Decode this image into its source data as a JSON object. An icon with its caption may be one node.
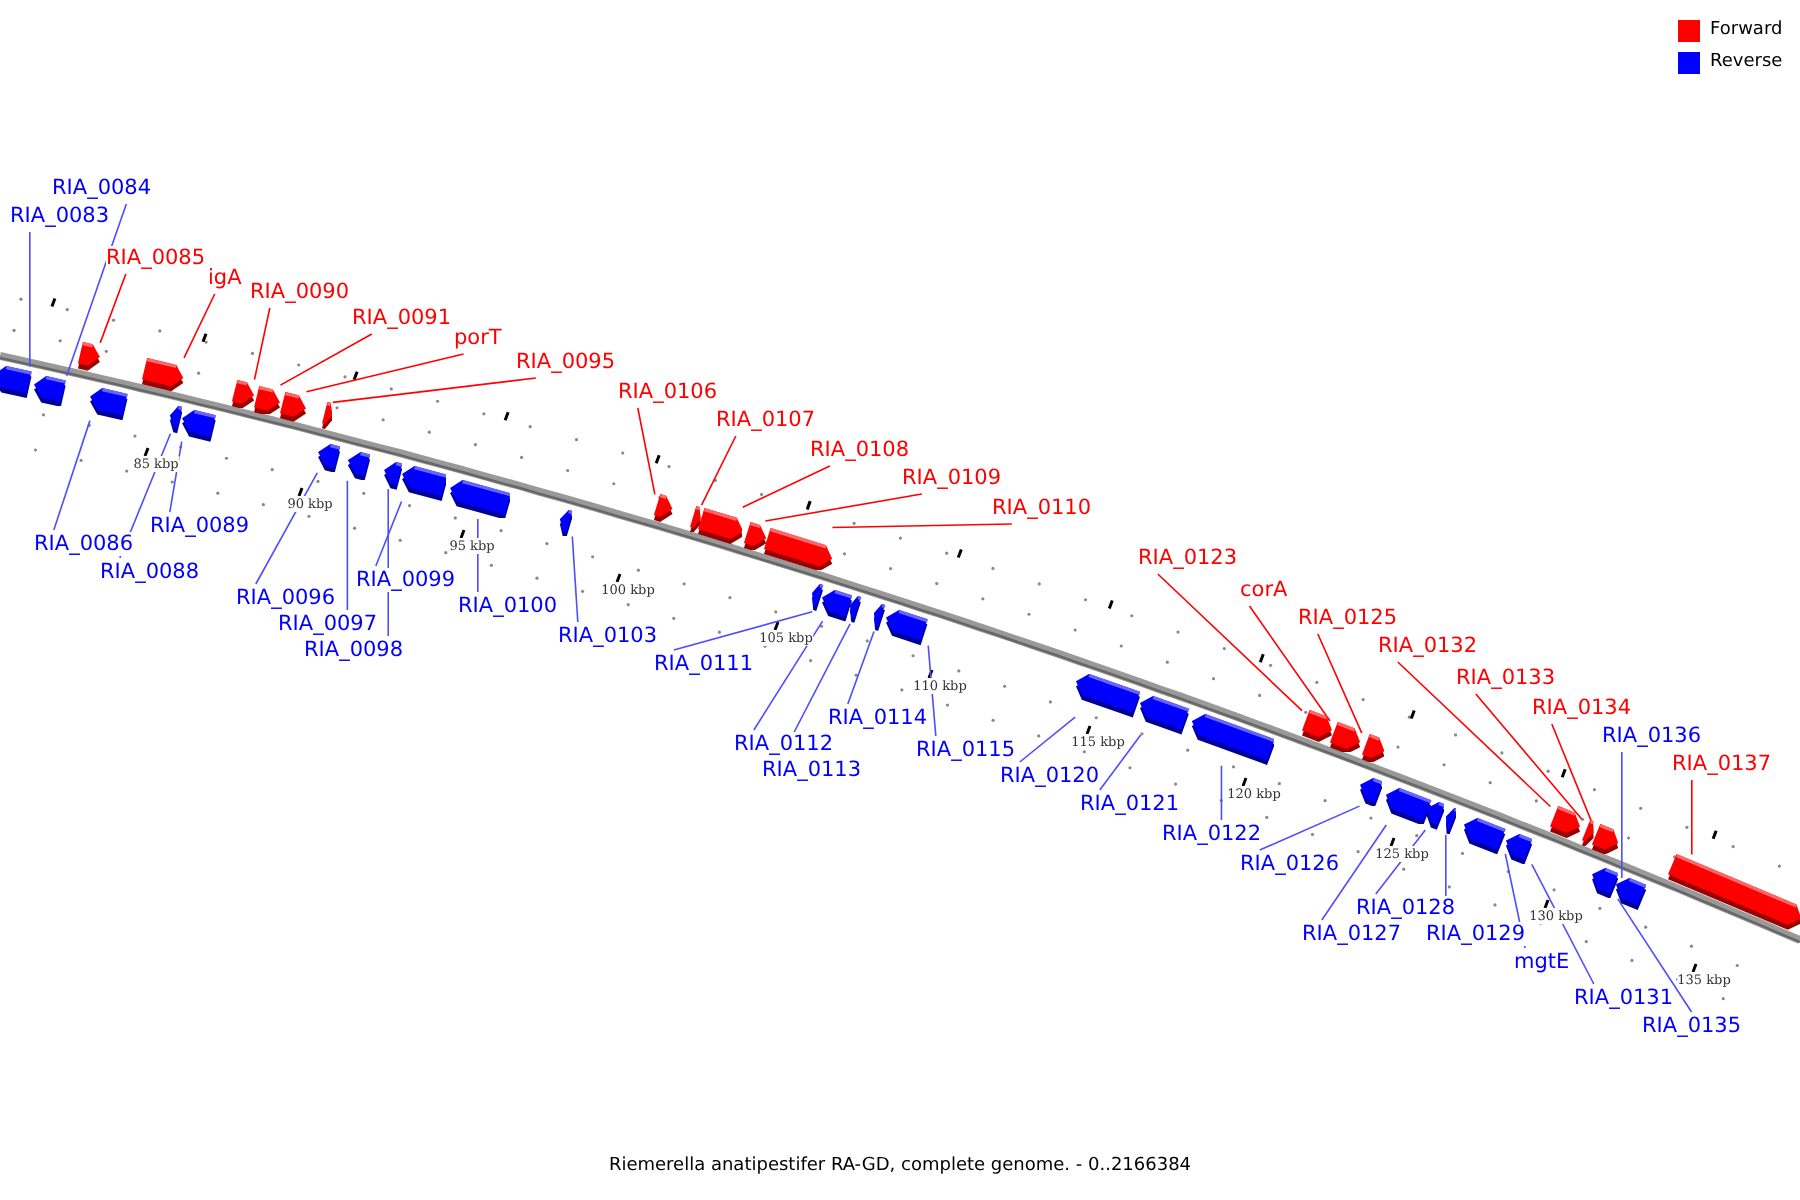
{
  "diagram": {
    "caption": "Riemerella anatipestifer RA-GD, complete genome. - 0..2166384",
    "nodes": [
      {
        "text": [
          "RIA_0083"
        ]
      },
      {
        "text": [],
        "shape": "arrow"
      },
      {
        "text": [
          "RIA_0084"
        ]
      },
      {
        "text": [],
        "shape": "arrow"
      },
      {
        "text": [
          "RIA_0085"
        ]
      },
      {
        "text": [],
        "shape": "arrow"
      },
      {
        "text": [
          "RIA_0086"
        ]
      },
      {
        "text": [],
        "shape": "arrow"
      },
      {
        "text": [
          "igA"
        ]
      },
      {
        "text": [],
        "shape": "arrow"
      },
      {
        "text": [
          "RIA_0088"
        ]
      },
      {
        "text": [],
        "shape": "arrow"
      },
      {
        "text": [
          "RIA_0089"
        ]
      },
      {
        "text": [],
        "shape": "arrow"
      },
      {
        "text": [
          "RIA_0090"
        ]
      },
      {
        "text": [],
        "shape": "arrow"
      },
      {
        "text": [
          "RIA_0091"
        ]
      },
      {
        "text": [],
        "shape": "arrow"
      },
      {
        "text": [
          "porT"
        ]
      },
      {
        "text": [],
        "shape": "arrow"
      },
      {
        "text": [
          "RIA_0095"
        ]
      },
      {
        "text": [],
        "shape": "arrow"
      },
      {
        "text": [
          "RIA_0096"
        ]
      },
      {
        "text": [],
        "shape": "arrow"
      },
      {
        "text": [
          "RIA_0097"
        ]
      },
      {
        "text": [],
        "shape": "arrow"
      },
      {
        "text": [
          "RIA_0098"
        ]
      },
      {
        "text": [],
        "shape": "arrow"
      },
      {
        "text": [
          "RIA_0099"
        ]
      },
      {
        "text": [],
        "shape": "arrow"
      },
      {
        "text": [
          "RIA_0100"
        ]
      },
      {
        "text": [],
        "shape": "arrow"
      },
      {
        "text": [
          "RIA_0103"
        ]
      },
      {
        "text": [],
        "shape": "arrow"
      },
      {
        "text": [
          "RIA_0106"
        ]
      },
      {
        "text": [],
        "shape": "arrow"
      },
      {
        "text": [
          "RIA_0107"
        ]
      },
      {
        "text": [],
        "shape": "arrow"
      },
      {
        "text": [
          "RIA_0108"
        ]
      },
      {
        "text": [],
        "shape": "arrow"
      },
      {
        "text": [
          "RIA_0109"
        ]
      },
      {
        "text": [],
        "shape": "arrow"
      },
      {
        "text": [
          "RIA_0110"
        ]
      },
      {
        "text": [],
        "shape": "arrow"
      },
      {
        "text": [
          "RIA_0111"
        ]
      },
      {
        "text": [],
        "shape": "arrow"
      },
      {
        "text": [
          "RIA_0112"
        ]
      },
      {
        "text": [],
        "shape": "arrow"
      },
      {
        "text": [
          "RIA_0113"
        ]
      },
      {
        "text": [],
        "shape": "arrow"
      },
      {
        "text": [
          "RIA_0114"
        ]
      },
      {
        "text": [],
        "shape": "arrow"
      },
      {
        "text": [
          "RIA_0115"
        ]
      },
      {
        "text": [],
        "shape": "arrow"
      },
      {
        "text": [
          "RIA_0120"
        ]
      },
      {
        "text": [],
        "shape": "arrow"
      },
      {
        "text": [
          "RIA_0121"
        ]
      },
      {
        "text": [],
        "shape": "arrow"
      },
      {
        "text": [
          "RIA_0122"
        ]
      },
      {
        "text": [],
        "shape": "arrow"
      },
      {
        "text": [
          "RIA_0123"
        ]
      },
      {
        "text": [],
        "shape": "arrow"
      },
      {
        "text": [
          "corA"
        ]
      },
      {
        "text": [],
        "shape": "arrow"
      },
      {
        "text": [
          "RIA_0125"
        ]
      },
      {
        "text": [],
        "shape": "arrow"
      },
      {
        "text": [
          "RIA_0126"
        ]
      },
      {
        "text": [],
        "shape": "arrow"
      },
      {
        "text": [
          "RIA_0127"
        ]
      },
      {
        "text": [],
        "shape": "arrow"
      },
      {
        "text": [
          "RIA_0128"
        ]
      },
      {
        "text": [],
        "shape": "arrow"
      },
      {
        "text": [
          "RIA_0129"
        ]
      },
      {
        "text": [],
        "shape": "arrow"
      },
      {
        "text": [
          "mgtE"
        ]
      },
      {
        "text": [],
        "shape": "arrow"
      },
      {
        "text": [
          "RIA_0131"
        ]
      },
      {
        "text": [],
        "shape": "arrow"
      },
      {
        "text": [
          "RIA_0132"
        ]
      },
      {
        "text": [],
        "shape": "arrow"
      },
      {
        "text": [
          "RIA_0133"
        ]
      },
      {
        "text": [],
        "shape": "arrow"
      },
      {
        "text": [
          "RIA_0134"
        ]
      },
      {
        "text": [],
        "shape": "arrow"
      },
      {
        "text": [
          "RIA_0135"
        ]
      },
      {
        "text": [],
        "shape": "arrow"
      },
      {
        "text": [
          "RIA_0136"
        ]
      },
      {
        "text": [],
        "shape": "arrow"
      },
      {
        "text": [
          "RIA_0137"
        ]
      },
      {
        "text": [],
        "shape": "arrow"
      }
    ],
    "edges": [
      {
        "from": 0,
        "to": 1,
        "arrow": "none"
      },
      {
        "from": 2,
        "to": 3,
        "arrow": "none"
      },
      {
        "from": 4,
        "to": 5,
        "arrow": "none",
        "color": "#ff0000"
      },
      {
        "from": 6,
        "to": 7,
        "arrow": "none"
      },
      {
        "from": 8,
        "to": 9,
        "arrow": "none",
        "color": "#ff0000"
      },
      {
        "from": 10,
        "to": 11,
        "arrow": "none"
      },
      {
        "from": 12,
        "to": 13,
        "arrow": "none"
      },
      {
        "from": 14,
        "to": 15,
        "arrow": "none",
        "color": "#ff0000"
      },
      {
        "from": 16,
        "to": 17,
        "arrow": "none",
        "color": "#ff0000"
      },
      {
        "from": 18,
        "to": 19,
        "arrow": "none",
        "color": "#ff0000"
      },
      {
        "from": 20,
        "to": 21,
        "arrow": "none",
        "color": "#ff0000"
      },
      {
        "from": 22,
        "to": 23,
        "arrow": "none"
      },
      {
        "from": 24,
        "to": 25,
        "arrow": "none"
      },
      {
        "from": 26,
        "to": 27,
        "arrow": "none"
      },
      {
        "from": 28,
        "to": 29,
        "arrow": "none"
      },
      {
        "from": 30,
        "to": 31,
        "arrow": "none"
      },
      {
        "from": 32,
        "to": 33,
        "arrow": "none"
      },
      {
        "from": 34,
        "to": 35,
        "arrow": "none",
        "color": "#ff0000"
      },
      {
        "from": 36,
        "to": 37,
        "arrow": "none",
        "color": "#ff0000"
      },
      {
        "from": 38,
        "to": 39,
        "arrow": "none",
        "color": "#ff0000"
      },
      {
        "from": 40,
        "to": 41,
        "arrow": "none",
        "color": "#ff0000"
      },
      {
        "from": 42,
        "to": 43,
        "arrow": "none",
        "color": "#ff0000"
      },
      {
        "from": 44,
        "to": 45,
        "arrow": "none"
      },
      {
        "from": 46,
        "to": 47,
        "arrow": "none"
      },
      {
        "from": 48,
        "to": 49,
        "arrow": "none"
      },
      {
        "from": 50,
        "to": 51,
        "arrow": "none"
      },
      {
        "from": 52,
        "to": 53,
        "arrow": "none"
      },
      {
        "from": 54,
        "to": 55,
        "arrow": "none"
      },
      {
        "from": 56,
        "to": 57,
        "arrow": "none"
      },
      {
        "from": 58,
        "to": 59,
        "arrow": "none"
      },
      {
        "from": 60,
        "to": 61,
        "arrow": "none",
        "color": "#ff0000"
      },
      {
        "from": 62,
        "to": 63,
        "arrow": "none",
        "color": "#ff0000"
      },
      {
        "from": 64,
        "to": 65,
        "arrow": "none",
        "color": "#ff0000"
      },
      {
        "from": 66,
        "to": 67,
        "arrow": "none"
      },
      {
        "from": 68,
        "to": 69,
        "arrow": "none"
      },
      {
        "from": 70,
        "to": 71,
        "arrow": "none"
      },
      {
        "from": 72,
        "to": 73,
        "arrow": "none"
      },
      {
        "from": 74,
        "to": 75,
        "arrow": "none"
      },
      {
        "from": 76,
        "to": 77,
        "arrow": "none"
      },
      {
        "from": 78,
        "to": 79,
        "arrow": "none",
        "color": "#ff0000"
      },
      {
        "from": 80,
        "to": 81,
        "arrow": "none",
        "color": "#ff0000"
      },
      {
        "from": 82,
        "to": 83,
        "arrow": "none",
        "color": "#ff0000"
      },
      {
        "from": 84,
        "to": 85,
        "arrow": "none"
      },
      {
        "from": 86,
        "to": 87,
        "arrow": "none"
      },
      {
        "from": 88,
        "to": 89,
        "arrow": "none",
        "color": "#ff0000"
      }
    ],
    "labels": [
      "85 kbp",
      "90 kbp",
      "95 kbp",
      "100 kbp",
      "105 kbp",
      "110 kbp",
      "115 kbp",
      "120 kbp",
      "125 kbp",
      "130 kbp",
      "135 kbp"
    ],
    "legend": [
      {
        "text": "Forward",
        "color": "#ff0000"
      },
      {
        "text": "Reverse",
        "color": "#0000ff"
      }
    ]
  }
}
